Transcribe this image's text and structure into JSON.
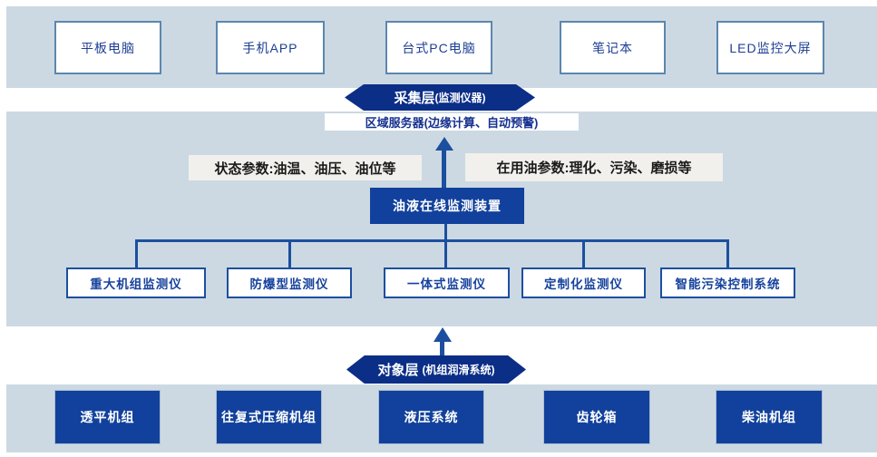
{
  "palette": {
    "band_bg": "#ccd9e3",
    "navy": "#0b2e87",
    "box_blue": "#11419c",
    "line_blue": "#1d4f9f",
    "top_box_border": "#5b87ae",
    "top_box_text": "#1d3f94",
    "param_label_bg": "#f1f0ec",
    "param_label_text": "#1a1a1a"
  },
  "top_row": {
    "items": [
      "平板电脑",
      "手机APP",
      "台式PC电脑",
      "笔记本",
      "LED监控大屏"
    ]
  },
  "collection_layer": {
    "title": "采集层",
    "subtitle": "(监测仪器)"
  },
  "server": {
    "label": "区域服务器(边缘计算、自动预警)"
  },
  "params": {
    "left": "状态参数:油温、油压、油位等",
    "right": "在用油参数:理化、污染、磨损等"
  },
  "device": {
    "label": "油液在线监测装置"
  },
  "monitors": {
    "items": [
      "重大机组监测仪",
      "防爆型监测仪",
      "一体式监测仪",
      "定制化监测仪",
      "智能污染控制系统"
    ]
  },
  "object_layer": {
    "title": "对象层",
    "subtitle": "(机组润滑系统)"
  },
  "bottom_row": {
    "items": [
      "透平机组",
      "往复式压缩机组",
      "液压系统",
      "齿轮箱",
      "柴油机组"
    ]
  }
}
